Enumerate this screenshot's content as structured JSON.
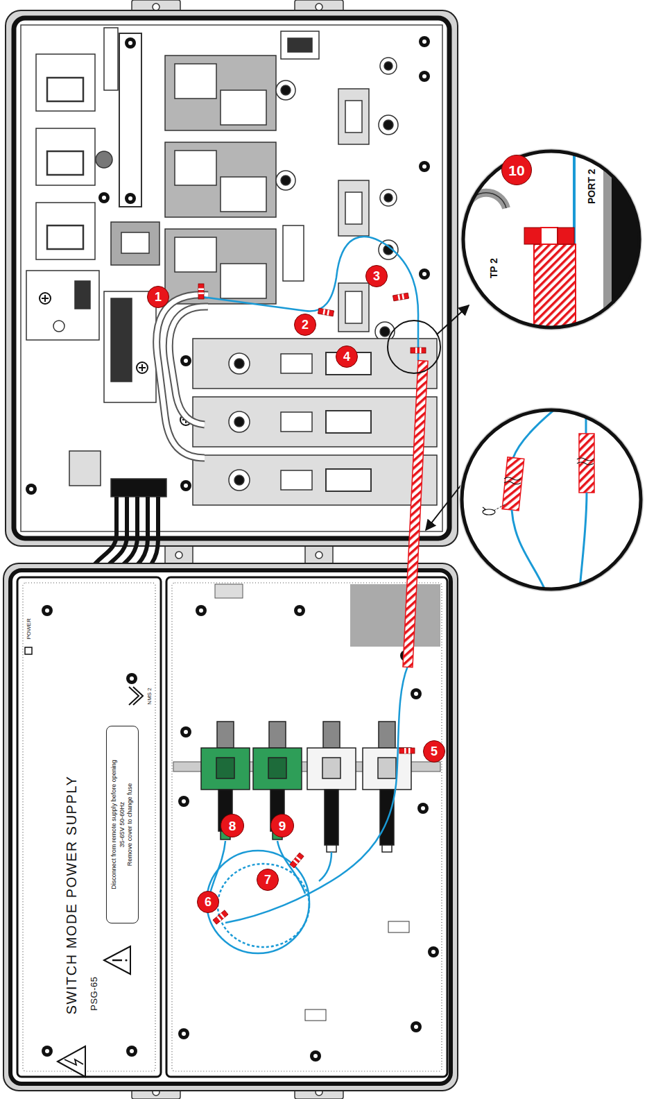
{
  "diagram": {
    "nodes": [
      {
        "text": [
          "1"
        ]
      },
      {
        "text": [
          "2"
        ]
      },
      {
        "text": [
          "3"
        ]
      },
      {
        "text": [
          "4"
        ]
      },
      {
        "text": [
          "5"
        ]
      },
      {
        "text": [
          "6"
        ]
      },
      {
        "text": [
          "7"
        ]
      },
      {
        "text": [
          "8"
        ]
      },
      {
        "text": [
          "9"
        ]
      },
      {
        "text": [
          "10"
        ]
      },
      {
        "text": [
          "Disconnect from remote supply before opening",
          "35-65V 50-60Hz",
          "Remove cover to change fuse"
        ]
      }
    ],
    "labels": [
      "SWITCH MODE POWER SUPPLY",
      "PSG-65",
      "POWER",
      "NMS 2",
      "PORT 2",
      "TP 2"
    ]
  }
}
